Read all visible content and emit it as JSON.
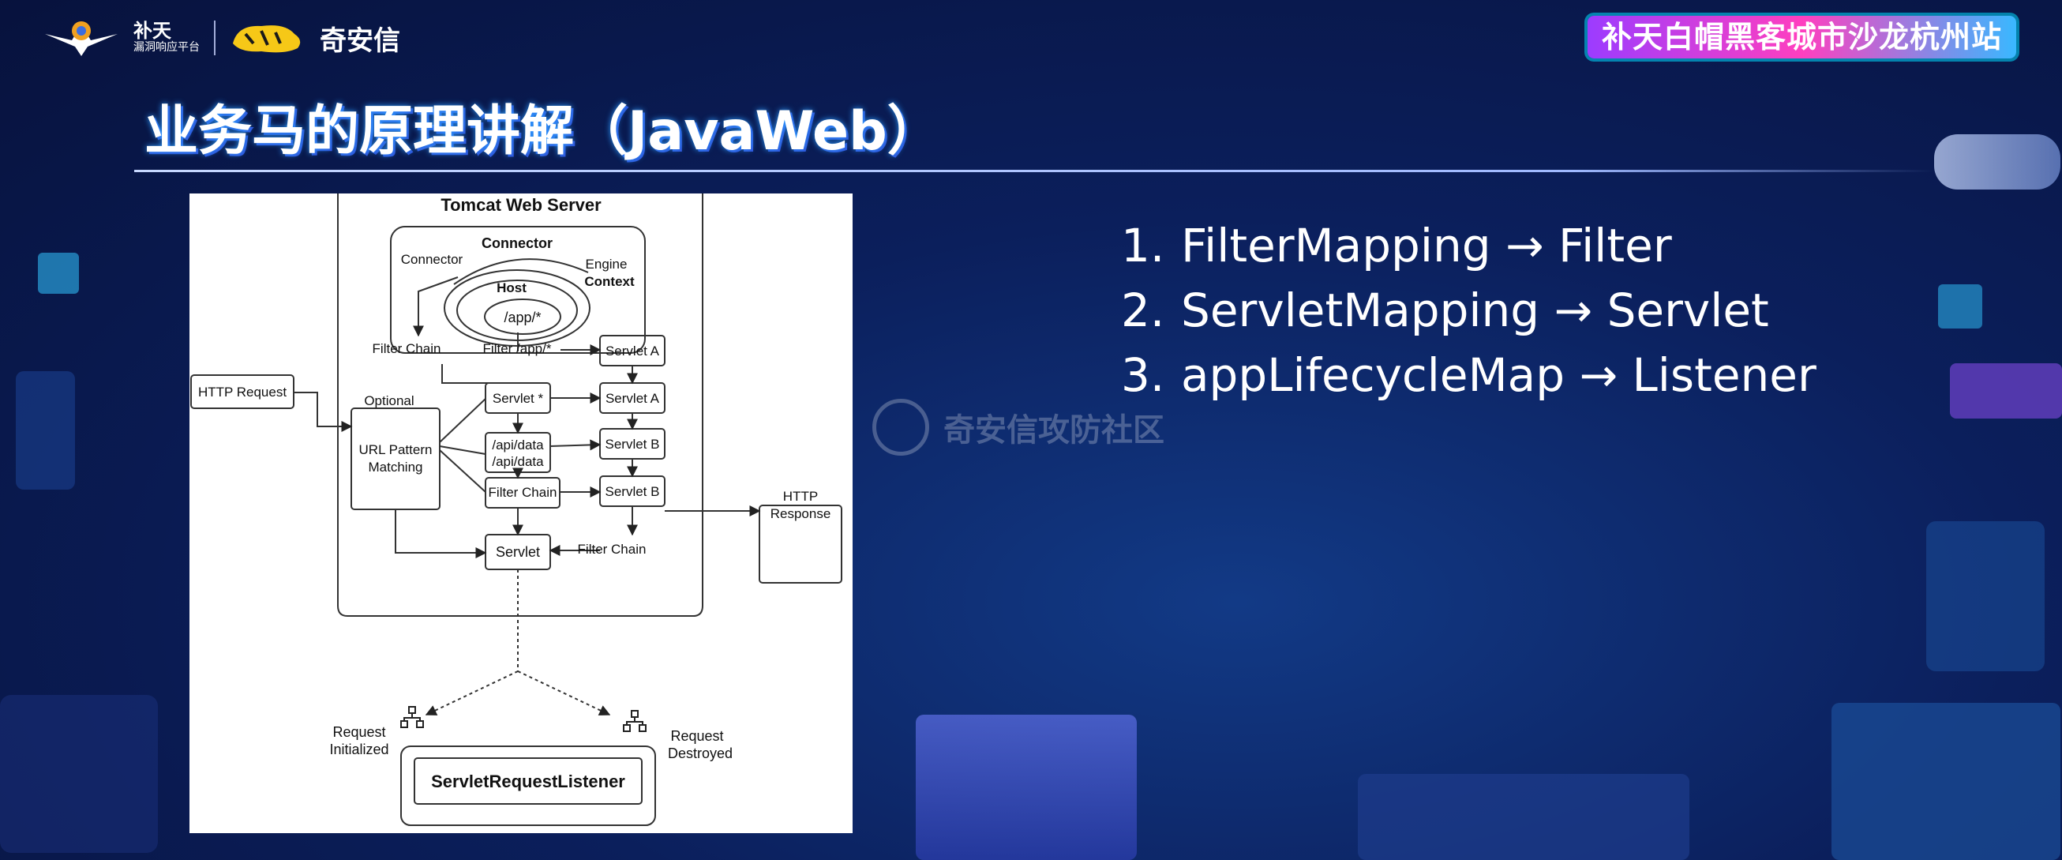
{
  "header": {
    "logo_butian_main": "补天",
    "logo_butian_sub": "漏洞响应平台",
    "logo_qax": "奇安信",
    "event_title": "补天白帽黑客城市沙龙杭州站"
  },
  "page_title": "业务马的原理讲解（JavaWeb）",
  "list": [
    {
      "num": "1.",
      "text": "FilterMapping → Filter"
    },
    {
      "num": "2.",
      "text": "ServletMapping → Servlet"
    },
    {
      "num": "3.",
      "text": "appLifecycleMap → Listener"
    }
  ],
  "watermark": "奇安信攻防社区",
  "diagram": {
    "server_title": "Tomcat Web Server",
    "connector_box": "Connector",
    "connector_label": "Connector",
    "engine_context_1": "Engine",
    "engine_context_2": "Context",
    "host": "Host",
    "app_path": "/app/*",
    "filter_chain_top": "Filter Chain",
    "filter_app": "Filter /app/*",
    "servlet_a_top": "Servlet A",
    "http_request": "HTTP Request",
    "optional": "Optional",
    "url_pattern_1": "URL Pattern",
    "url_pattern_2": "Matching",
    "servlet_star": "Servlet *",
    "servlet_a_mid": "Servlet A",
    "api_data_1": "/api/data",
    "api_data_2": "/api/data",
    "servlet_b_1": "Servlet B",
    "filter_chain_box": "Filter Chain",
    "servlet_b_2": "Servlet B",
    "http_response_1": "HTTP",
    "http_response_2": "Response",
    "servlet": "Servlet",
    "filter_chain_bottom": "Filter Chain",
    "request_initialized_1": "Request",
    "request_initialized_2": "Initialized",
    "request_destroyed_1": "Request",
    "request_destroyed_2": "Destroyed",
    "listener": "ServletRequestListener"
  },
  "colors": {
    "background": "#0b1f5c",
    "title_glow": "#2b9bff",
    "accent_pink": "#ff3fbf",
    "accent_purple": "#9c3cff"
  }
}
